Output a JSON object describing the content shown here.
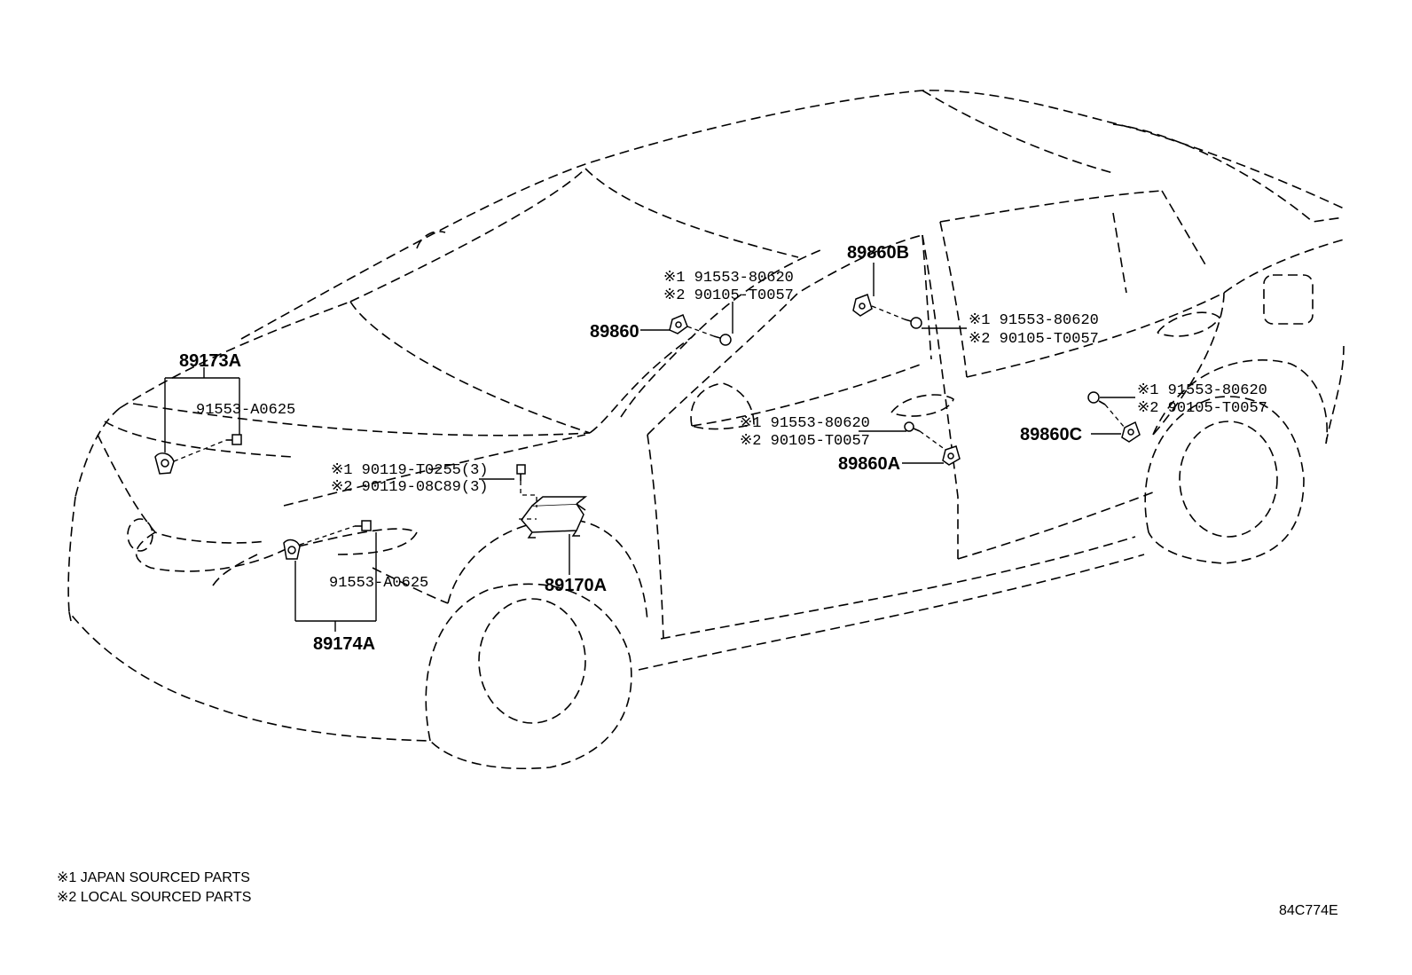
{
  "notes": {
    "note1": "※1 JAPAN SOURCED PARTS",
    "note2": "※2 LOCAL SOURCED PARTS"
  },
  "figure_code": "84C774E",
  "labels": {
    "p89173A": "89173A",
    "p91553A0625_top": "91553-A0625",
    "p91553A0625_bottom": "91553-A0625",
    "p89174A": "89174A",
    "p89170A": "89170A",
    "p90119_j": "※1 90119-T0255(3)",
    "p90119_l": "※2 90119-08C89(3)",
    "p89860": "89860",
    "p89860_j": "※1 91553-80620",
    "p89860_l": "※2 90105-T0057",
    "p89860B": "89860B",
    "p89860B_j": "※1 91553-80620",
    "p89860B_l": "※2 90105-T0057",
    "p89860A": "89860A",
    "p89860A_j": "※1 91553-80620",
    "p89860A_l": "※2 90105-T0057",
    "p89860C": "89860C",
    "p89860C_j": "※1 91553-80620",
    "p89860C_l": "※2 90105-T0057"
  }
}
